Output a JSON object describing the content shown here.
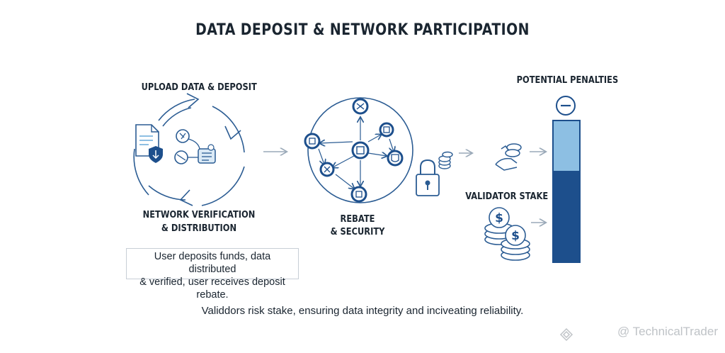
{
  "title": "DATA DEPOSIT & NETWORK PARTICIPATION",
  "steps": {
    "upload_label": "UPLOAD DATA & DEPOSIT",
    "verification_label_line1": "NETWORK VERIFICATION",
    "verification_label_line2": "& DISTRIBUTION",
    "rebate_label_line1": "REBATE",
    "rebate_label_line2": "& SECURITY",
    "penalties_label": "POTENTIAL PENALTIES",
    "stake_label": "VALIDATOR STAKE"
  },
  "note": {
    "line1": "User deposits funds, data distributed",
    "line2": "& verified, user receives deposit rebate."
  },
  "footer": "Validdors risk stake, ensuring data integrity and inciveating reliability.",
  "watermark": "@ TechnicalTrader",
  "icons": {
    "minus_icon": "−",
    "dollar_icon": "$"
  },
  "stake_bar": {
    "penalty_fraction": 0.36,
    "stake_fraction": 0.64,
    "penalty_color": "#8dbfe3",
    "stake_color": "#1d4f8c"
  },
  "colors": {
    "primary": "#1d4f8c",
    "light": "#8dbfe3",
    "stroke": "#2b5c93"
  }
}
